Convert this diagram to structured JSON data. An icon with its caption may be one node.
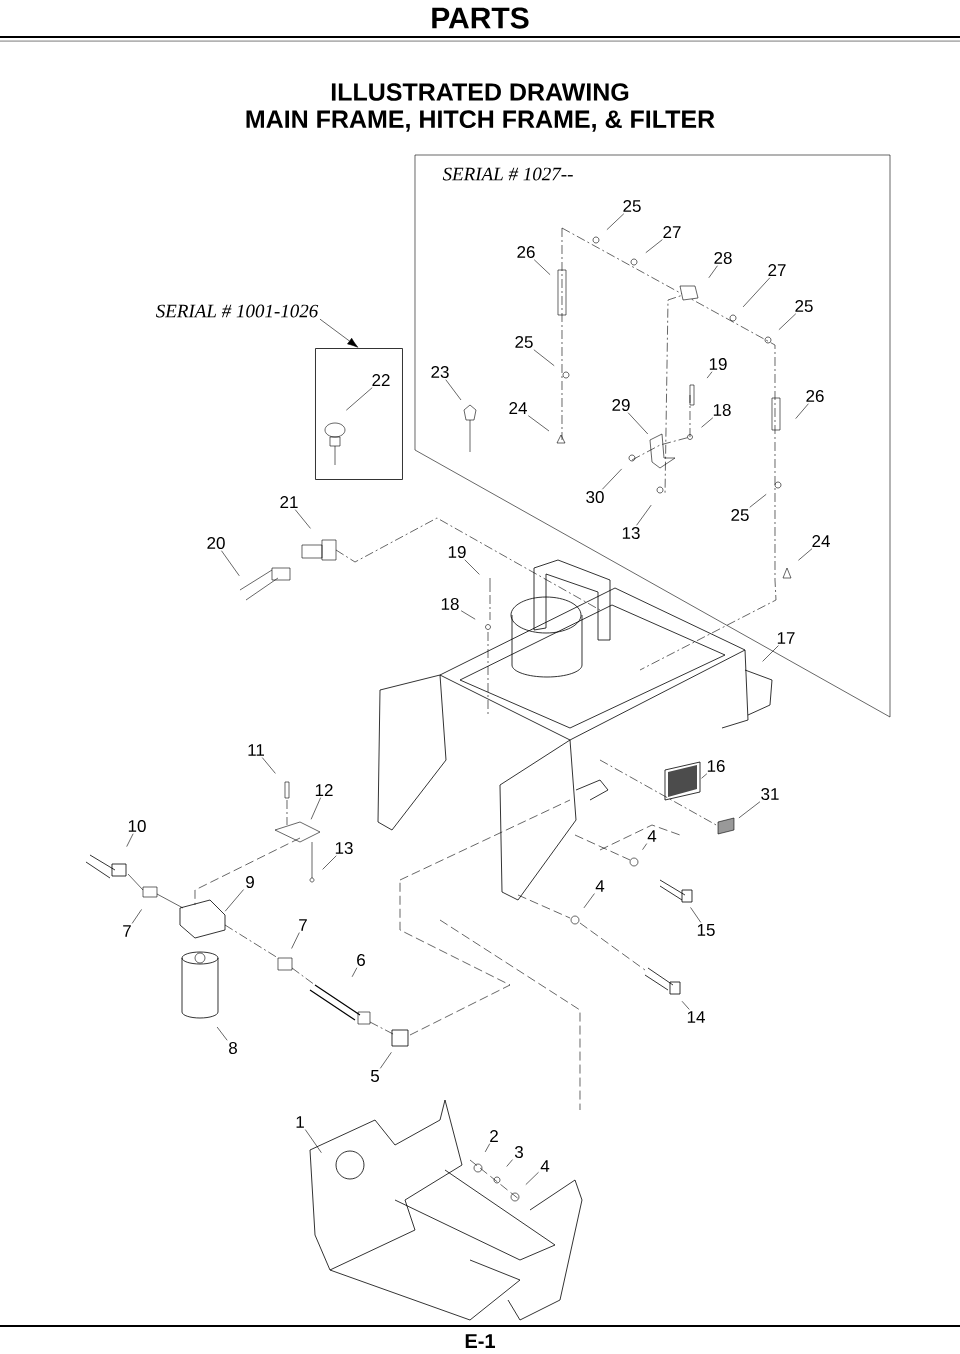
{
  "diagram": {
    "title": "PARTS",
    "nodes": [
      {
        "text": [
          "25"
        ]
      },
      {
        "text": [
          "27"
        ]
      },
      {
        "text": [
          "26"
        ]
      },
      {
        "text": [
          "28"
        ]
      },
      {
        "text": [
          "27"
        ]
      },
      {
        "text": [
          "25"
        ]
      },
      {
        "text": [
          "SERIAL # 1001-1026"
        ]
      },
      {
        "text": [],
        "shape": "box"
      },
      {
        "text": [
          "25"
        ]
      },
      {
        "text": [
          "19"
        ]
      },
      {
        "text": [
          "23"
        ]
      },
      {
        "text": [
          "22"
        ],
        "in": 7
      },
      {
        "text": [
          "26"
        ]
      },
      {
        "text": [
          "29"
        ]
      },
      {
        "text": [
          "24"
        ]
      },
      {
        "text": [
          "18"
        ]
      },
      {
        "text": [
          "30"
        ]
      },
      {
        "text": [
          "21"
        ]
      },
      {
        "text": [
          "25"
        ]
      },
      {
        "text": [
          "13"
        ]
      },
      {
        "text": [
          "24"
        ]
      },
      {
        "text": [
          "20"
        ]
      },
      {
        "text": [
          "19"
        ]
      },
      {
        "text": [
          "18"
        ]
      },
      {
        "text": [
          "17"
        ]
      },
      {
        "text": [
          "11"
        ]
      },
      {
        "text": [
          "16"
        ]
      },
      {
        "text": [
          "12"
        ]
      },
      {
        "text": [
          "31"
        ]
      },
      {
        "text": [
          "10"
        ]
      },
      {
        "text": [
          "4"
        ]
      },
      {
        "text": [
          "13"
        ]
      },
      {
        "text": [
          "4"
        ]
      },
      {
        "text": [
          "9"
        ]
      },
      {
        "text": [
          "7"
        ]
      },
      {
        "text": [
          "15"
        ]
      },
      {
        "text": [
          "7"
        ]
      },
      {
        "text": [
          "6"
        ]
      },
      {
        "text": [
          "14"
        ]
      },
      {
        "text": [
          "8"
        ]
      },
      {
        "text": [
          "5"
        ]
      },
      {
        "text": [
          "1"
        ]
      },
      {
        "text": [
          "2"
        ]
      },
      {
        "text": [
          "3"
        ]
      },
      {
        "text": [
          "4"
        ]
      }
    ],
    "edges": [
      {
        "from": 0,
        "to": null,
        "arrow": "none"
      },
      {
        "from": 1,
        "to": null,
        "arrow": "none"
      },
      {
        "from": 2,
        "to": null,
        "arrow": "none"
      },
      {
        "from": 3,
        "to": null,
        "arrow": "none"
      },
      {
        "from": 4,
        "to": null,
        "arrow": "none"
      },
      {
        "from": 5,
        "to": null,
        "arrow": "none"
      },
      {
        "from": 6,
        "to": 7,
        "arrow": "to"
      },
      {
        "from": 8,
        "to": null,
        "arrow": "none"
      },
      {
        "from": 9,
        "to": null,
        "arrow": "none"
      },
      {
        "from": 10,
        "to": null,
        "arrow": "none"
      },
      {
        "from": 11,
        "to": null,
        "arrow": "none"
      },
      {
        "from": 12,
        "to": null,
        "arrow": "none"
      },
      {
        "from": 13,
        "to": null,
        "arrow": "none"
      },
      {
        "from": 14,
        "to": null,
        "arrow": "none"
      },
      {
        "from": 15,
        "to": null,
        "arrow": "none"
      },
      {
        "from": 16,
        "to": null,
        "arrow": "none"
      },
      {
        "from": 17,
        "to": null,
        "arrow": "none"
      },
      {
        "from": 18,
        "to": null,
        "arrow": "none"
      },
      {
        "from": 19,
        "to": null,
        "arrow": "none"
      },
      {
        "from": 20,
        "to": null,
        "arrow": "none"
      },
      {
        "from": 21,
        "to": null,
        "arrow": "none"
      },
      {
        "from": 22,
        "to": null,
        "arrow": "none"
      },
      {
        "from": 23,
        "to": null,
        "arrow": "none"
      },
      {
        "from": 24,
        "to": null,
        "arrow": "none"
      },
      {
        "from": 25,
        "to": null,
        "arrow": "none"
      },
      {
        "from": 26,
        "to": null,
        "arrow": "none"
      },
      {
        "from": 27,
        "to": null,
        "arrow": "none"
      },
      {
        "from": 28,
        "to": null,
        "arrow": "none"
      },
      {
        "from": 29,
        "to": null,
        "arrow": "none"
      },
      {
        "from": 30,
        "to": null,
        "arrow": "none"
      },
      {
        "from": 31,
        "to": null,
        "arrow": "none"
      },
      {
        "from": 32,
        "to": null,
        "arrow": "none"
      },
      {
        "from": 33,
        "to": null,
        "arrow": "none"
      },
      {
        "from": 34,
        "to": null,
        "arrow": "none"
      },
      {
        "from": 35,
        "to": null,
        "arrow": "none"
      },
      {
        "from": 36,
        "to": null,
        "arrow": "none"
      },
      {
        "from": 37,
        "to": null,
        "arrow": "none"
      },
      {
        "from": 38,
        "to": null,
        "arrow": "none"
      },
      {
        "from": 39,
        "to": null,
        "arrow": "none"
      },
      {
        "from": 40,
        "to": null,
        "arrow": "none"
      },
      {
        "from": 41,
        "to": null,
        "arrow": "none"
      },
      {
        "from": 42,
        "to": null,
        "arrow": "none"
      },
      {
        "from": 43,
        "to": null,
        "arrow": "none"
      },
      {
        "from": 44,
        "to": null,
        "arrow": "none"
      }
    ],
    "labels": [
      "ILLUSTRATED DRAWING",
      "MAIN FRAME, HITCH FRAME, & FILTER",
      "SERIAL # 1027--",
      "E-1"
    ]
  }
}
